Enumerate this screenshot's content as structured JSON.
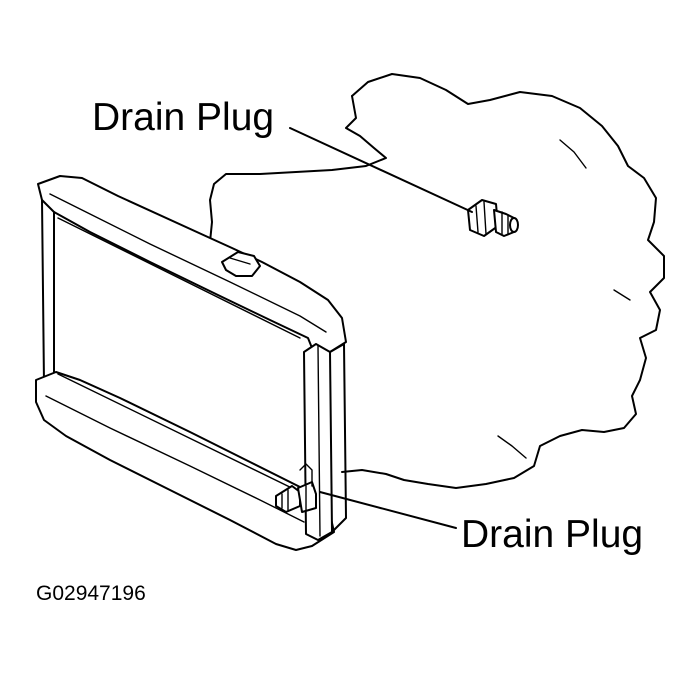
{
  "labels": {
    "engine_drain_plug": "Drain Plug",
    "radiator_drain_plug": "Drain Plug"
  },
  "figure_code": "G02947196",
  "colors": {
    "line": "#000000",
    "background": "#ffffff"
  }
}
